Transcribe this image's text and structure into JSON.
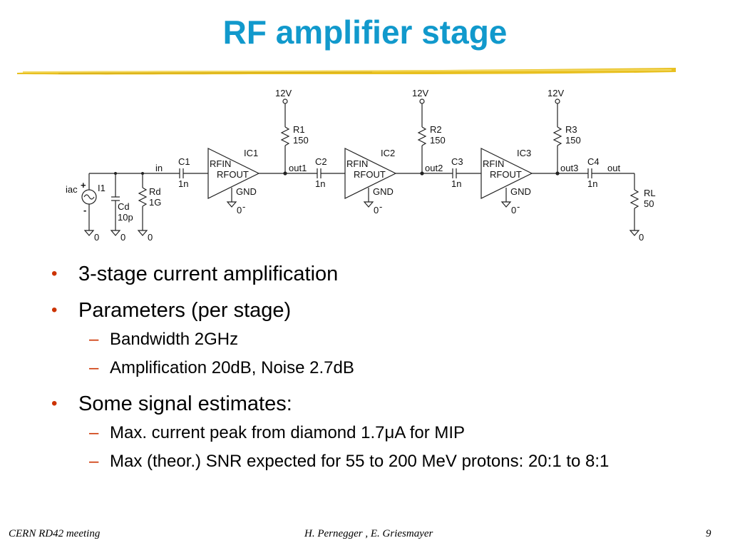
{
  "title": "RF amplifier stage",
  "colors": {
    "title": "#1199cc",
    "bullet": "#cc3300",
    "rule": "#e8c020"
  },
  "schematic": {
    "source": {
      "label": "iac",
      "name": "I1",
      "plus": "+",
      "minus": "-",
      "ground": "0"
    },
    "cd": {
      "name": "Cd",
      "value": "10p",
      "ground": "0"
    },
    "rd": {
      "name": "Rd",
      "value": "1G",
      "ground": "0"
    },
    "net_in": "in",
    "net_out": "out",
    "stages": [
      {
        "ic": "IC1",
        "supply": "12V",
        "r_name": "R1",
        "r_value": "150",
        "c_name": "C1",
        "c_value": "1n",
        "out_net": "out1",
        "pin_in": "RFIN",
        "pin_out": "RFOUT",
        "pin_gnd": "GND",
        "ground": "0",
        "minus": "-"
      },
      {
        "ic": "IC2",
        "supply": "12V",
        "r_name": "R2",
        "r_value": "150",
        "c_name": "C2",
        "c_value": "1n",
        "out_net": "out2",
        "pin_in": "RFIN",
        "pin_out": "RFOUT",
        "pin_gnd": "GND",
        "ground": "0",
        "minus": "-"
      },
      {
        "ic": "IC3",
        "supply": "12V",
        "r_name": "R3",
        "r_value": "150",
        "c_name": "C3",
        "c_value": "1n",
        "out_net": "out3",
        "pin_in": "RFIN",
        "pin_out": "RFOUT",
        "pin_gnd": "GND",
        "ground": "0",
        "minus": "-"
      }
    ],
    "c4": {
      "name": "C4",
      "value": "1n"
    },
    "load": {
      "name": "RL",
      "value": "50",
      "ground": "0"
    }
  },
  "bullets": [
    {
      "text": "3-stage current amplification",
      "subs": []
    },
    {
      "text": "Parameters (per stage)",
      "subs": [
        "Bandwidth 2GHz",
        "Amplification 20dB, Noise 2.7dB"
      ]
    },
    {
      "text": "Some signal estimates:",
      "subs": [
        "Max. current peak from diamond 1.7μA for MIP",
        "Max (theor.) SNR expected for 55 to 200 MeV protons: 20:1 to 8:1"
      ]
    }
  ],
  "bullet_marker": "•",
  "sub_marker": "–",
  "footer": {
    "left": "CERN RD42 meeting",
    "center": "H. Pernegger , E. Griesmayer",
    "right": "9"
  }
}
